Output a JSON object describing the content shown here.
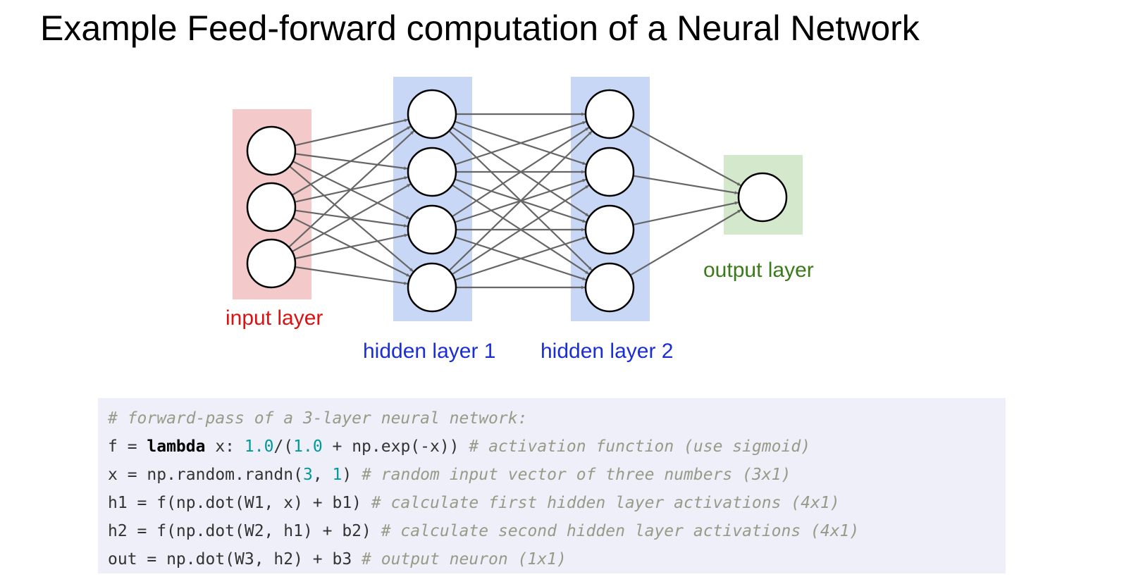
{
  "title": "Example Feed-forward computation of a Neural Network",
  "colors": {
    "input_layer": "#dd1111",
    "hidden_layer": "#1a2ed6",
    "output_layer": "#3a7a1a",
    "input_bg": "#f4c9c9",
    "hidden_bg": "#c8d7f5",
    "output_bg": "#d4e8cc",
    "arrow": "#666666",
    "code_bg": "#eeeff8"
  },
  "diagram": {
    "layers": [
      {
        "id": "input",
        "label": "input layer",
        "neurons": 3
      },
      {
        "id": "hidden1",
        "label": "hidden layer 1",
        "neurons": 4
      },
      {
        "id": "hidden2",
        "label": "hidden layer 2",
        "neurons": 4
      },
      {
        "id": "output",
        "label": "output layer",
        "neurons": 1
      }
    ],
    "connectivity": "fully-connected"
  },
  "code": {
    "lines": [
      [
        {
          "t": "comment",
          "s": "# forward-pass of a 3-layer neural network:"
        }
      ],
      [
        {
          "t": "plain",
          "s": "f = "
        },
        {
          "t": "keyword",
          "s": "lambda"
        },
        {
          "t": "plain",
          "s": " x: "
        },
        {
          "t": "number",
          "s": "1.0"
        },
        {
          "t": "plain",
          "s": "/("
        },
        {
          "t": "number",
          "s": "1.0"
        },
        {
          "t": "plain",
          "s": " + np.exp(-x)) "
        },
        {
          "t": "comment",
          "s": "# activation function (use sigmoid)"
        }
      ],
      [
        {
          "t": "plain",
          "s": "x = np.random.randn("
        },
        {
          "t": "number",
          "s": "3"
        },
        {
          "t": "plain",
          "s": ", "
        },
        {
          "t": "number",
          "s": "1"
        },
        {
          "t": "plain",
          "s": ") "
        },
        {
          "t": "comment",
          "s": "# random input vector of three numbers (3x1)"
        }
      ],
      [
        {
          "t": "plain",
          "s": "h1 = f(np.dot(W1, x) + b1) "
        },
        {
          "t": "comment",
          "s": "# calculate first hidden layer activations (4x1)"
        }
      ],
      [
        {
          "t": "plain",
          "s": "h2 = f(np.dot(W2, h1) + b2) "
        },
        {
          "t": "comment",
          "s": "# calculate second hidden layer activations (4x1)"
        }
      ],
      [
        {
          "t": "plain",
          "s": "out = np.dot(W3, h2) + b3 "
        },
        {
          "t": "comment",
          "s": "# output neuron (1x1)"
        }
      ]
    ]
  }
}
